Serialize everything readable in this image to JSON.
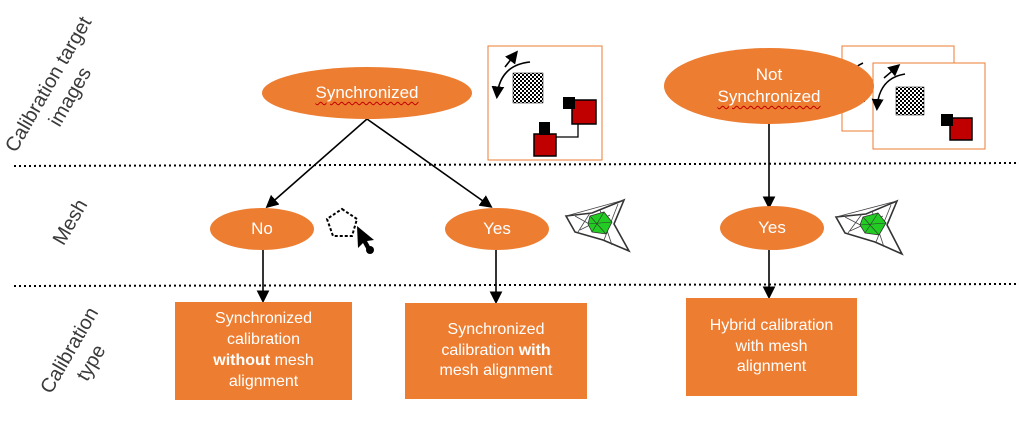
{
  "row_labels": {
    "target": [
      "Calibration target",
      "images"
    ],
    "mesh": "Mesh",
    "type": [
      "Calibration",
      "type"
    ]
  },
  "ovals": {
    "synchronized": "Synchronized",
    "not_synchronized": [
      "Not",
      "Synchronized"
    ],
    "no": "No",
    "yes_left": "Yes",
    "yes_right": "Yes"
  },
  "boxes": {
    "without": {
      "line1": "Synchronized",
      "line2": "calibration",
      "bold": "without",
      "rest": " mesh",
      "line4": "alignment"
    },
    "with": {
      "line1": "Synchronized",
      "line2a": "calibration ",
      "bold": "with",
      "line3": "mesh alignment"
    },
    "hybrid": {
      "line1": "Hybrid calibration",
      "line2": "with mesh",
      "line3": "alignment"
    }
  },
  "colors": {
    "accent": "#ed7d31",
    "text": "#ffffff",
    "label": "#3a3a3a",
    "camera_red": "#c00000"
  },
  "icons": [
    "pentagon-cursor-icon",
    "mesh-model-icon",
    "checkerboard-icon",
    "camera-icon",
    "rotation-arrow-icon"
  ]
}
